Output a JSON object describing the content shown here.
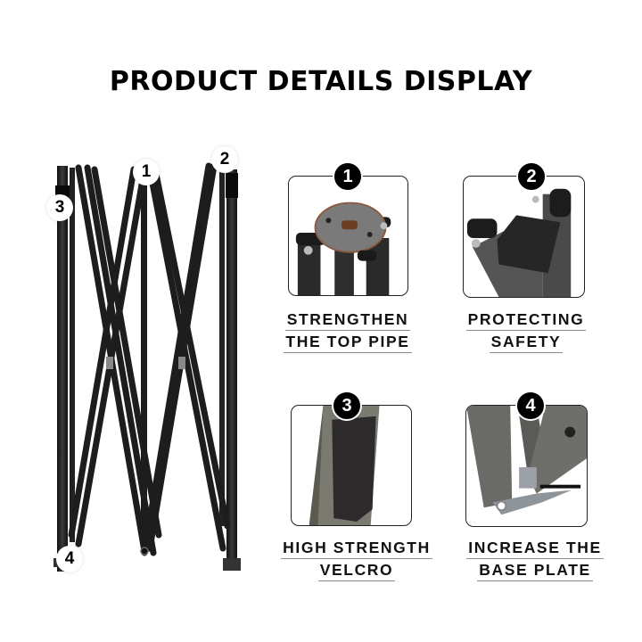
{
  "header": {
    "title": "PRODUCT DETAILS DISPLAY"
  },
  "frame_image": {
    "alt": "folded black canopy frame",
    "markers": [
      {
        "number": "1",
        "position": "top-center"
      },
      {
        "number": "2",
        "position": "top-right"
      },
      {
        "number": "3",
        "position": "upper-left"
      },
      {
        "number": "4",
        "position": "bottom-left"
      }
    ]
  },
  "details": [
    {
      "number": "1",
      "line1": "STRENGTHEN",
      "line2": "THE TOP PIPE",
      "image": "top pipe joint close-up"
    },
    {
      "number": "2",
      "line1": "PROTECTING",
      "line2": "SAFETY",
      "image": "leg end cap close-up"
    },
    {
      "number": "3",
      "line1": "HIGH STRENGTH",
      "line2": "VELCRO",
      "image": "velcro strap on leg"
    },
    {
      "number": "4",
      "line1": "INCREASE THE",
      "line2": "BASE PLATE",
      "image": "base plate close-up"
    }
  ],
  "colors": {
    "text": "#000000",
    "badge_dark": "#000000",
    "badge_light": "#ffffff",
    "frame": "#1e1e1e"
  }
}
